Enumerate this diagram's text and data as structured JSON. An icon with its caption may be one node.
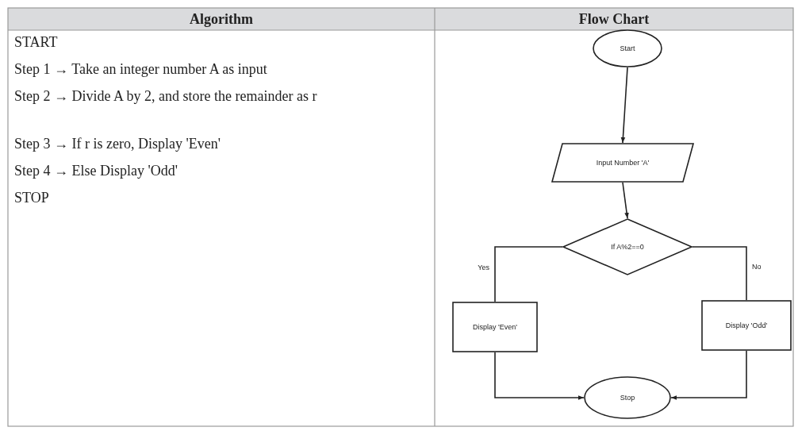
{
  "diagram": {
    "nodes": [
      {
        "text": [
          "Start"
        ]
      },
      {
        "text": [
          "Input Number 'A'"
        ]
      },
      {
        "text": [
          "If A%2==0"
        ]
      },
      {
        "text": [
          "Display 'Even'"
        ]
      },
      {
        "text": [
          "Display 'Odd'"
        ]
      },
      {
        "text": [
          "Stop"
        ]
      }
    ],
    "edges": [
      {
        "from": 0,
        "to": 1,
        "arrow": "to"
      },
      {
        "from": 1,
        "to": 2,
        "arrow": "to"
      },
      {
        "from": 2,
        "to": 3,
        "arrow": "none",
        "label": "Yes"
      },
      {
        "from": 2,
        "to": 4,
        "arrow": "none",
        "label": "No"
      },
      {
        "from": 3,
        "to": 5,
        "arrow": "to"
      },
      {
        "from": 4,
        "to": 5,
        "arrow": "to"
      }
    ],
    "labels": [
      "Algorithm",
      "Flow Chart",
      "START",
      "Step 1 → Take an integer number A as input",
      "Step 2 → Divide A by 2, and store the remainder as r",
      "Step 3 → If r is zero, Display 'Even'",
      "Step 4 → Else Display 'Odd'",
      "STOP"
    ]
  }
}
